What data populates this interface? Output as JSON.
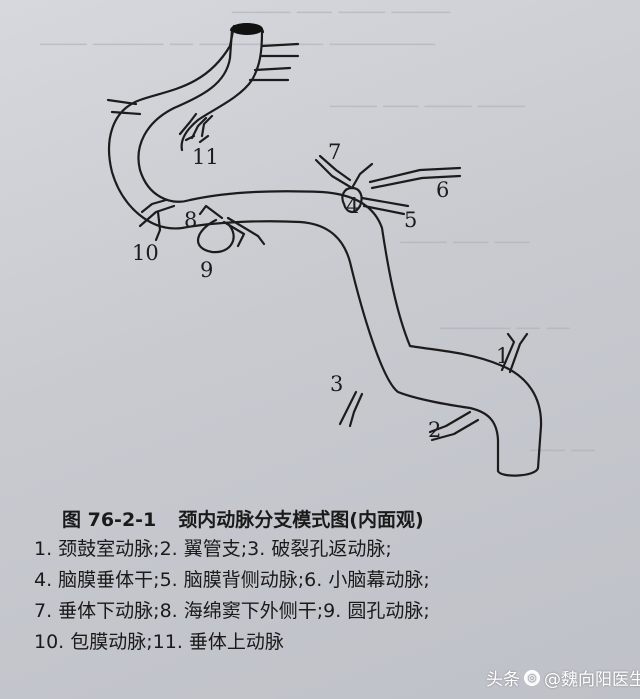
{
  "figure": {
    "number": "图 76-2-1",
    "title": "颈内动脉分支模式图(内面观)"
  },
  "labels": [
    "1",
    "2",
    "3",
    "4",
    "5",
    "6",
    "7",
    "8",
    "9",
    "10",
    "11"
  ],
  "legend": [
    "1. 颈鼓室动脉;",
    "2. 翼管支;",
    "3. 破裂孔返动脉;",
    "4. 脑膜垂体干;",
    "5. 脑膜背侧动脉;",
    "6. 小脑幕动脉;",
    "7. 垂体下动脉;",
    "8. 海绵窦下外侧干;",
    "9. 圆孔动脉;",
    "10. 包膜动脉;",
    "11. 垂体上动脉"
  ],
  "watermark": {
    "prefix": "头条",
    "handle": "@魏向阳医生"
  }
}
